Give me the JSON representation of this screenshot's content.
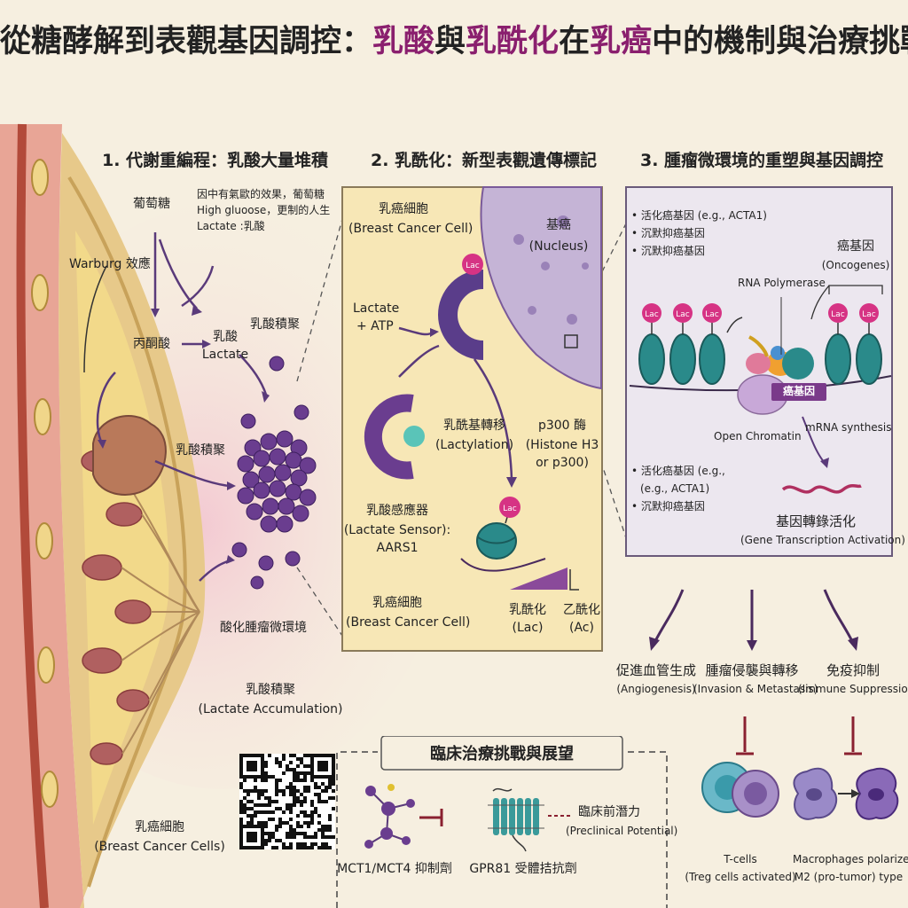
{
  "title": {
    "part1": "從糖酵解到表觀基因調控：",
    "part2": "乳酸",
    "part3": "與",
    "part4": "乳酰化",
    "part5": "在",
    "part6": "乳癌",
    "part7": "中的機制與治療挑戰"
  },
  "section1": {
    "heading": "1. 代謝重編程：乳酸大量堆積",
    "glucose": "葡萄糖",
    "note_line1": "因中有氣歐的效果，葡萄糖",
    "note_line2": "High gluoose，更制的人生",
    "note_line3": "Lactate :乳酸",
    "warburg": "Warburg 效應",
    "pyruvate": "丙酮酸",
    "lactate_zh": "乳酸",
    "lactate_en": "Lactate",
    "accum_label1": "乳酸積聚",
    "accum_label2": "乳酸積聚",
    "acidic_env": "酸化腫瘤微環境",
    "accum_zh": "乳酸積聚",
    "accum_en": "(Lactate Accumulation)",
    "cells_zh": "乳癌細胞",
    "cells_en": "(Breast Cancer Cells)"
  },
  "section2": {
    "heading": "2. 乳酰化：新型表觀遺傳標記",
    "cell_zh": "乳癌細胞",
    "cell_en": "(Breast Cancer Cell)",
    "nucleus_zh": "基癌",
    "nucleus_en": "(Nucleus)",
    "lac": "Lac",
    "lactate_atp_1": "Lactate",
    "lactate_atp_2": "+ ATP",
    "transfer_zh": "乳酰基轉移",
    "transfer_en": "(Lactylation)",
    "p300_1": "p300 酶",
    "p300_2": "(Histone H3",
    "p300_3": "or p300)",
    "sensor_zh": "乳酸感應器",
    "sensor_en1": "(Lactate Sensor):",
    "sensor_en2": "AARS1",
    "cell2_zh": "乳癌細胞",
    "cell2_en": "(Breast Cancer Cell)",
    "lac_label_zh": "乳酰化",
    "lac_label_en": "(Lac)",
    "ac_label_zh": "乙酰化",
    "ac_label_en": "(Ac)"
  },
  "section3": {
    "heading": "3. 腫瘤微環境的重塑與基因調控",
    "list1_1": "• 活化癌基因 (e.g., ACTA1)",
    "list1_2": "• 沉默抑癌基因",
    "list1_3": "• 沉默抑癌基因",
    "oncogene_zh": "癌基因",
    "oncogene_en": "(Oncogenes)",
    "rna_pol": "RNA Polymerase",
    "gene_box": "癌基因",
    "open_chromatin": "Open Chromatin",
    "mrna": "mRNA synthesis",
    "list2_1": "• 活化癌基因 (e.g.,",
    "list2_2": "(e.g., ACTA1)",
    "list2_3": "• 沉默抑癌基因",
    "activation_zh": "基因轉錄活化",
    "activation_en": "(Gene Transcription Activation)"
  },
  "outcomes": [
    {
      "zh": "促進血管生成",
      "en": "(Angiogenesis)"
    },
    {
      "zh": "腫瘤侵襲與轉移",
      "en": "(Invasion & Metastasis)"
    },
    {
      "zh": "免疫抑制",
      "en": "(Immune Suppression)"
    }
  ],
  "tcells": {
    "line1": "T-cells",
    "line2": "(Treg cells activated)"
  },
  "macrophages": {
    "line1": "Macrophages polarize",
    "line2": "M2 (pro-tumor) type"
  },
  "clinical": {
    "heading": "臨床治療挑戰與展望",
    "mct": "MCT1/MCT4 抑制劑",
    "gpr81": "GPR81 受體拮抗劑",
    "preclinical_zh": "臨床前潛力",
    "preclinical_en": "(Preclinical Potential)"
  },
  "colors": {
    "accent": "#8a1f6e",
    "purple": "#6a3d8f",
    "teal": "#2a8a8a",
    "magenta": "#d63384",
    "panel_bg": "#f7e7b6",
    "panel3_bg": "#ece7ef"
  }
}
